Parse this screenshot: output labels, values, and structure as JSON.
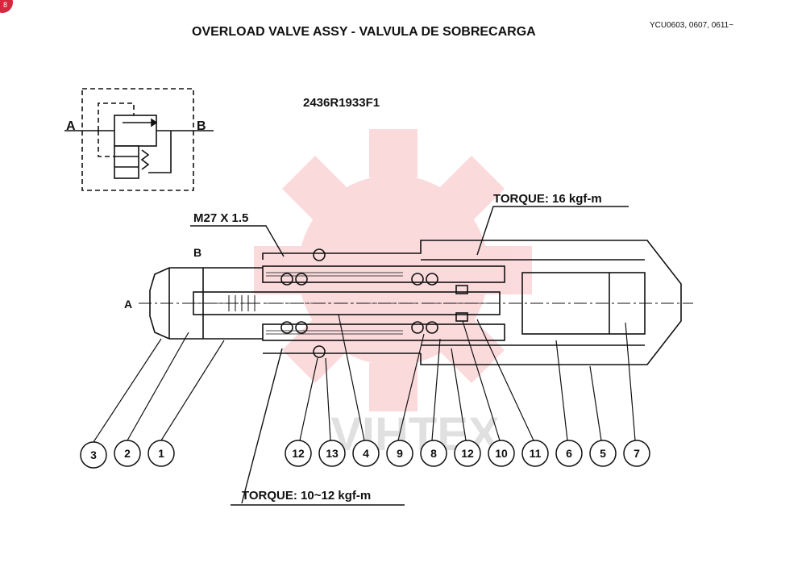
{
  "header": {
    "title": "OVERLOAD VALVE ASSY - VALVULA DE SOBRECARGA",
    "model_codes": "YCU0603, 0607, 0611~",
    "part_number": "2436R1933F1",
    "corner_badge": "8"
  },
  "schematic": {
    "port_a": "A",
    "port_b": "B"
  },
  "section": {
    "port_a": "A",
    "port_b": "B"
  },
  "labels": {
    "thread": "M27 X 1.5",
    "torque_top": "TORQUE: 16 kgf-m",
    "torque_bottom": "TORQUE: 10~12 kgf-m"
  },
  "watermark": "VIHTEX",
  "callouts": [
    "3",
    "2",
    "1",
    "12",
    "13",
    "4",
    "9",
    "8",
    "12",
    "10",
    "11",
    "6",
    "5",
    "7"
  ],
  "colors": {
    "line": "#111111",
    "watermark": "#e8202a",
    "badge": "#d7263d"
  }
}
